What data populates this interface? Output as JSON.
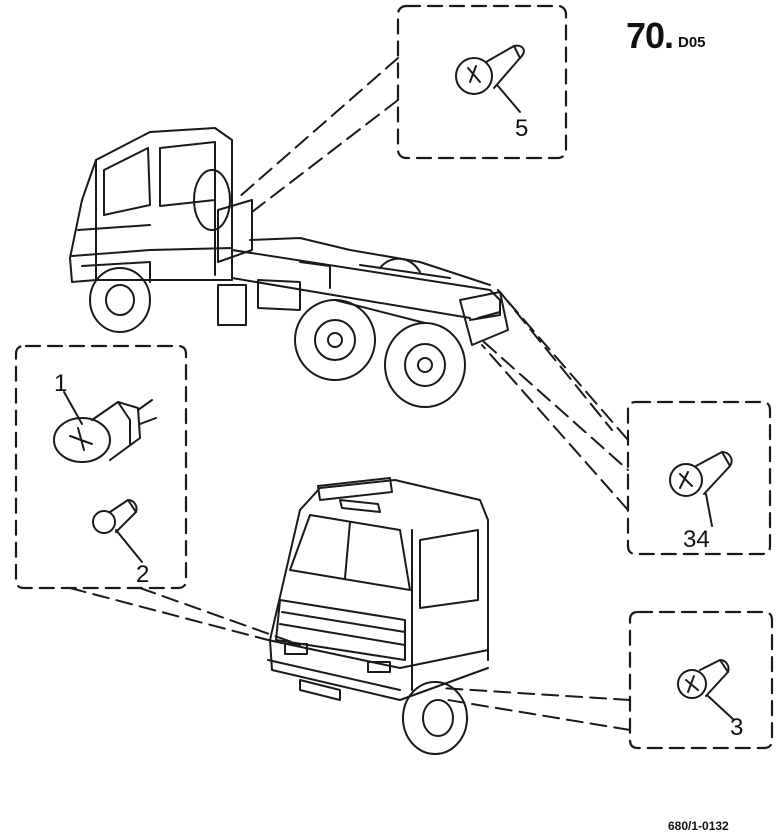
{
  "figure": {
    "title_number": "70.",
    "title_suffix": "D05",
    "reference_code": "680/1-0132"
  },
  "callouts": {
    "c1": "1",
    "c2": "2",
    "c3": "3",
    "c34": "34",
    "c5": "5"
  },
  "colors": {
    "ink": "#111111",
    "paper": "#ffffff"
  }
}
